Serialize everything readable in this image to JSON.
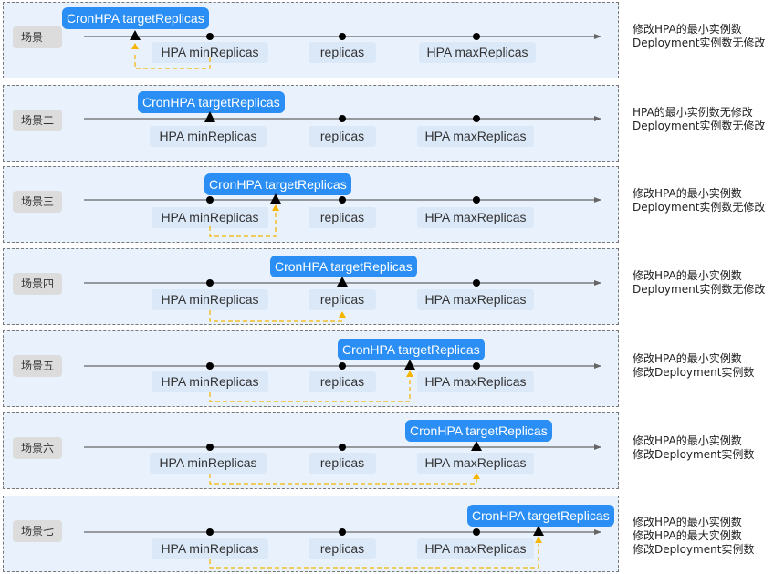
{
  "labels": {
    "min": "HPA minReplicas",
    "rep": "replicas",
    "max": "HPA maxReplicas",
    "cron": "CronHPA targetReplicas"
  },
  "scenarios": [
    {
      "title": "场景一",
      "notes": [
        "修改HPA的最小实例数",
        "Deployment实例数无修改"
      ]
    },
    {
      "title": "场景二",
      "notes": [
        "HPA的最小实例数无修改",
        "Deployment实例数无修改"
      ]
    },
    {
      "title": "场景三",
      "notes": [
        "修改HPA的最小实例数",
        "Deployment实例数无修改"
      ]
    },
    {
      "title": "场景四",
      "notes": [
        "修改HPA的最小实例数",
        "Deployment实例数无修改"
      ]
    },
    {
      "title": "场景五",
      "notes": [
        "修改HPA的最小实例数",
        "修改Deployment实例数"
      ]
    },
    {
      "title": "场景六",
      "notes": [
        "修改HPA的最小实例数",
        "修改Deployment实例数"
      ]
    },
    {
      "title": "场景七",
      "notes": [
        "修改HPA的最小实例数",
        "修改HPA的最大实例数",
        "修改Deployment实例数"
      ]
    }
  ],
  "colors": {
    "cron": "#2a8ef5",
    "arrow": "#f5b400",
    "axis": "#666666"
  }
}
